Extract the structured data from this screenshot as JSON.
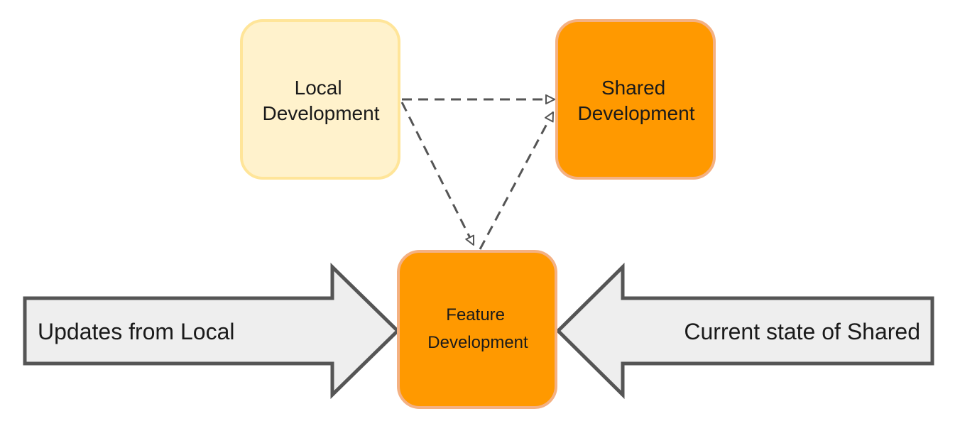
{
  "nodes": {
    "local": {
      "line1": "Local",
      "line2": "Development",
      "fill": "#fff2cc",
      "stroke": "#ffe599"
    },
    "shared": {
      "line1": "Shared",
      "line2": "Development",
      "fill": "#ff9900",
      "stroke": "#f4b183"
    },
    "feature": {
      "line1": "Feature",
      "line2": "Development",
      "fill": "#ff9900",
      "stroke": "#f4b183"
    }
  },
  "block_arrows": {
    "left": {
      "label": "Updates from Local"
    },
    "right": {
      "label": "Current state of Shared"
    },
    "fill": "#eeeeee",
    "stroke": "#555555"
  },
  "connector_color": "#555555"
}
